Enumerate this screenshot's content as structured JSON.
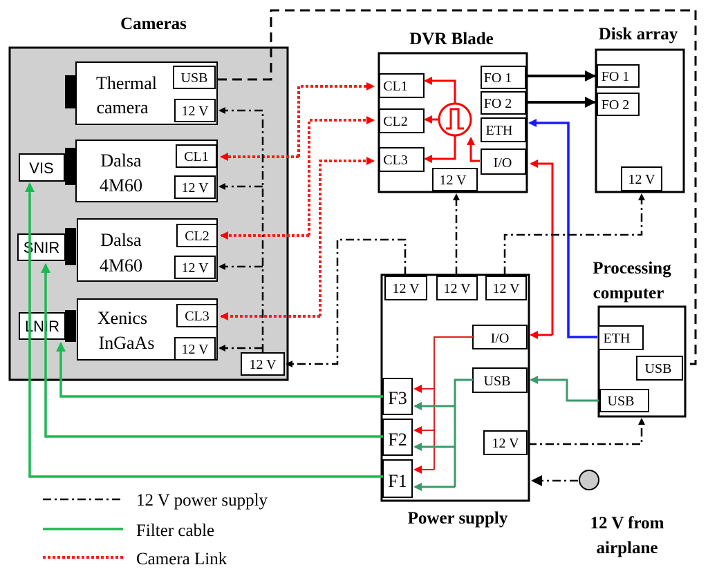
{
  "titles": {
    "cameras": "Cameras",
    "dvr": "DVR Blade",
    "disk": "Disk array",
    "processing_1": "Processing",
    "processing_2": "computer",
    "power": "Power supply",
    "airplane_1": "12 V from",
    "airplane_2": "airplane"
  },
  "cameras": {
    "thermal": {
      "name_1": "Thermal",
      "name_2": "camera",
      "port_usb": "USB",
      "port_pwr": "12 V"
    },
    "dalsa1": {
      "name_1": "Dalsa",
      "name_2": "4M60",
      "port_cl": "CL1",
      "port_pwr": "12 V"
    },
    "dalsa2": {
      "name_1": "Dalsa",
      "name_2": "4M60",
      "port_cl": "CL2",
      "port_pwr": "12 V"
    },
    "xenics": {
      "name_1": "Xenics",
      "name_2": "InGaAs",
      "port_cl": "CL3",
      "port_pwr": "12 V"
    },
    "filters": [
      "VIS",
      "SNIR",
      "LNIR"
    ],
    "distributor": "12 V"
  },
  "dvr": {
    "ports_left": [
      "CL1",
      "CL2",
      "CL3"
    ],
    "ports_right": [
      "FO 1",
      "FO 2",
      "ETH",
      "I/O"
    ],
    "pwr": "12 V"
  },
  "disk": {
    "ports": [
      "FO 1",
      "FO 2"
    ],
    "pwr": "12 V"
  },
  "processing": {
    "eth": "ETH",
    "usb_top": "USB",
    "usb_bottom": "USB"
  },
  "power": {
    "outputs": [
      "12 V",
      "12 V",
      "12 V"
    ],
    "io": "I/O",
    "usb": "USB",
    "pwr_out": "12 V",
    "filters": [
      "F3",
      "F2",
      "F1"
    ]
  },
  "legend": [
    {
      "label": "12 V power supply",
      "style": "dash-dot",
      "color": "#000000"
    },
    {
      "label": "Filter cable",
      "style": "solid",
      "color": "#1db954"
    },
    {
      "label": "Camera Link",
      "style": "dotted",
      "color": "#ff1a1a"
    }
  ]
}
